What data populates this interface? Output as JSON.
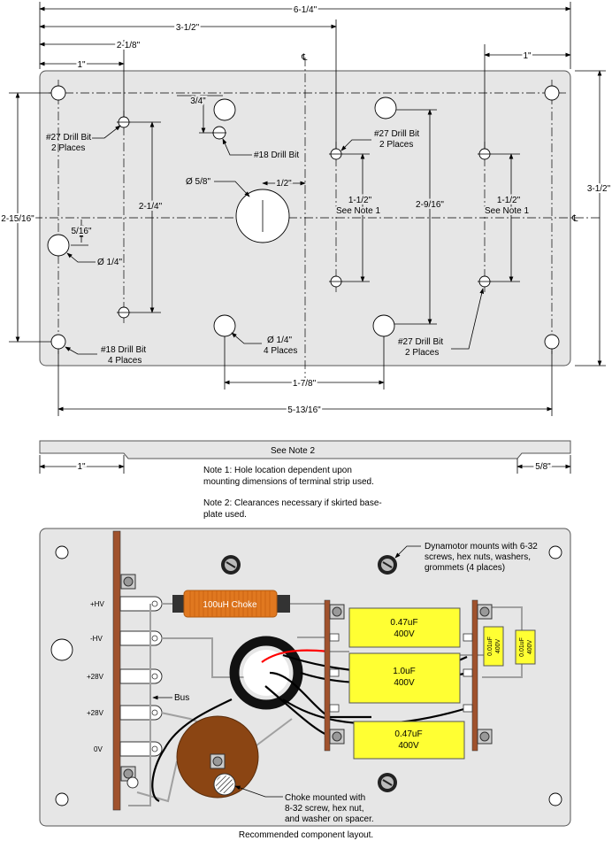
{
  "top_drawing": {
    "dims": {
      "overall_width": "6-1/4\"",
      "d3_1_2": "3-1/2\"",
      "d2_1_8": "2-1/8\"",
      "d1_left": "1\"",
      "d1_right": "1\"",
      "d3_4": "3/4\"",
      "d1_2": "1/2\"",
      "d2_1_4": "2-1/4\"",
      "d5_16": "5/16\"",
      "d2_15_16": "2-15/16\"",
      "d1_1_2_a": "1-1/2\"",
      "see_note1_a": "See Note 1",
      "d1_1_2_b": "1-1/2\"",
      "see_note1_b": "See Note 1",
      "d2_9_16": "2-9/16\"",
      "height_right": "3-1/2\"",
      "d1_7_8": "1-7/8\"",
      "d5_13_16": "5-13/16\""
    },
    "callouts": {
      "drill27_left_1": "#27 Drill Bit",
      "drill27_left_2": "2 Places",
      "drill18_single": "#18 Drill Bit",
      "dia_5_8": "Ø 5/8\"",
      "dia_1_4_left": "Ø 1/4\"",
      "drill27_top_1": "#27 Drill Bit",
      "drill27_top_2": "2 Places",
      "drill18_corner_1": "#18 Drill Bit",
      "drill18_corner_2": "4 Places",
      "dia_1_4_bottom_1": "Ø 1/4\"",
      "dia_1_4_bottom_2": "4 Places",
      "drill27_bot_1": "#27 Drill Bit",
      "drill27_bot_2": "2 Places",
      "cl_symbol_top": "℄",
      "cl_symbol_right": "℄"
    }
  },
  "side_view": {
    "see_note2": "See Note 2",
    "left_dim": "1\"",
    "right_dim": "5/8\""
  },
  "notes": {
    "note1_line1": "Note 1: Hole location dependent upon",
    "note1_line2": "mounting dimensions of terminal strip used.",
    "note2_line1": "Note 2: Clearances necessary if skirted base-",
    "note2_line2": "plate used."
  },
  "layout": {
    "dynamotor_1": "Dynamotor mounts with 6-32",
    "dynamotor_2": "screws, hex nuts, washers,",
    "dynamotor_3": "grommets (4 places)",
    "terminal_hv_plus": "+HV",
    "terminal_hv_minus": "-HV",
    "terminal_28_a": "+28V",
    "terminal_28_b": "+28V",
    "terminal_0v": "0V",
    "bus": "Bus",
    "choke_label": "100uH Choke",
    "cap1_line1": "0.47uF",
    "cap1_line2": "400V",
    "cap2_line1": "1.0uF",
    "cap2_line2": "400V",
    "cap3_line1": "0.47uF",
    "cap3_line2": "400V",
    "small_cap_1a": "0.01uF",
    "small_cap_1b": "400V",
    "small_cap_2a": "0.01uF",
    "small_cap_2b": "400V",
    "choke_mount_1": "Choke mounted with",
    "choke_mount_2": "8-32 screw, hex nut,",
    "choke_mount_3": "and washer on spacer.",
    "caption": "Recommended component layout."
  },
  "colors": {
    "plate": "#e6e6e6",
    "choke_body": "#e07820",
    "cap_yellow": "#ffff33",
    "terminal_strip": "#a0522d",
    "toroid_brown": "#8b4513",
    "wire_red": "#ff0000",
    "wire_gray": "#a0a0a0"
  }
}
